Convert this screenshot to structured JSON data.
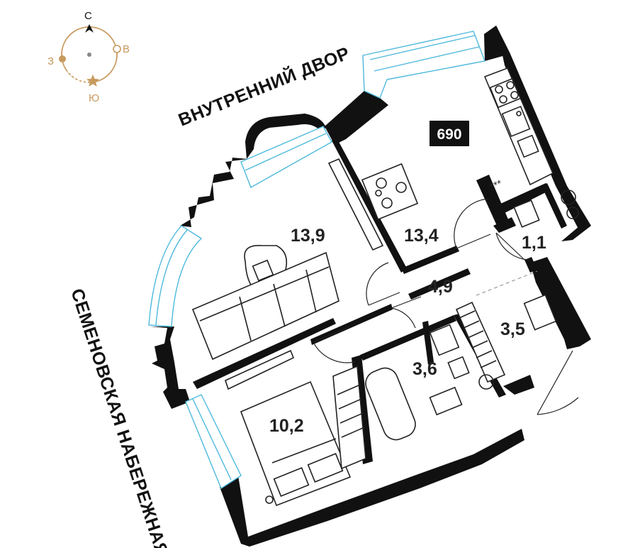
{
  "apartment": {
    "number": "690"
  },
  "rooms": [
    {
      "id": "living-room",
      "area": "13,9"
    },
    {
      "id": "kitchen",
      "area": "13,4"
    },
    {
      "id": "wc",
      "area": "1,1"
    },
    {
      "id": "hallway",
      "area": "4,9"
    },
    {
      "id": "entrance",
      "area": "3,5"
    },
    {
      "id": "bathroom",
      "area": "3,6"
    },
    {
      "id": "bedroom",
      "area": "10,2"
    }
  ],
  "streets": {
    "courtyard": "ВНУТРЕННИЙ ДВОР",
    "embankment": "СЕМЕНОВСКАЯ НАБЕРЕЖНАЯ"
  },
  "compass": {
    "north": "С",
    "east": "В",
    "south": "Ю",
    "west": "З"
  },
  "colors": {
    "wall": "#111111",
    "window": "#4db9dc",
    "compass": "#c79a5e",
    "badge": "#111111"
  }
}
